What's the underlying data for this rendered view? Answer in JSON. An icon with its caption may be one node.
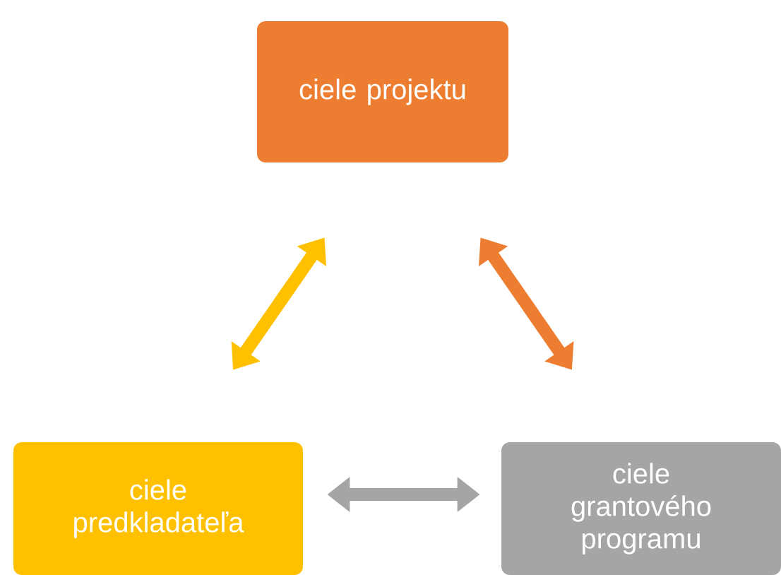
{
  "diagram": {
    "nodes": [
      {
        "text": [
          "ciele projektu"
        ]
      },
      {
        "text": [
          "ciele predkladateľa"
        ]
      },
      {
        "text": [
          "ciele grantového programu"
        ]
      }
    ],
    "edges": [
      {
        "from": 1,
        "to": 0,
        "arrow": "both",
        "color": "#ffc000"
      },
      {
        "from": 2,
        "to": 0,
        "arrow": "both",
        "color": "#ed7d31"
      },
      {
        "from": 1,
        "to": 2,
        "arrow": "both",
        "color": "#a5a5a5"
      }
    ]
  }
}
